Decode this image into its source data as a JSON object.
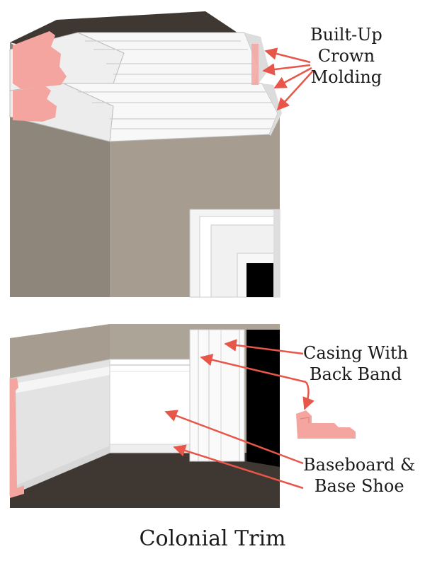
{
  "title": "Colonial Trim",
  "labels": {
    "crown_line1": "Built-Up",
    "crown_line2": "Crown",
    "crown_line3": "Molding",
    "casing_line1": "Casing With",
    "casing_line2": "Back Band",
    "base_line1": "Baseboard &",
    "base_line2": "Base Shoe"
  },
  "colors": {
    "wall": "#a69c90",
    "wall_dark": "#8f867b",
    "ceiling": "#3f3832",
    "floor": "#3f3832",
    "trim": "#f5f5f5",
    "trim_shade": "#d9d9d9",
    "profile": "#f4a5a0",
    "arrow": "#e8564a",
    "door": "#000000"
  }
}
